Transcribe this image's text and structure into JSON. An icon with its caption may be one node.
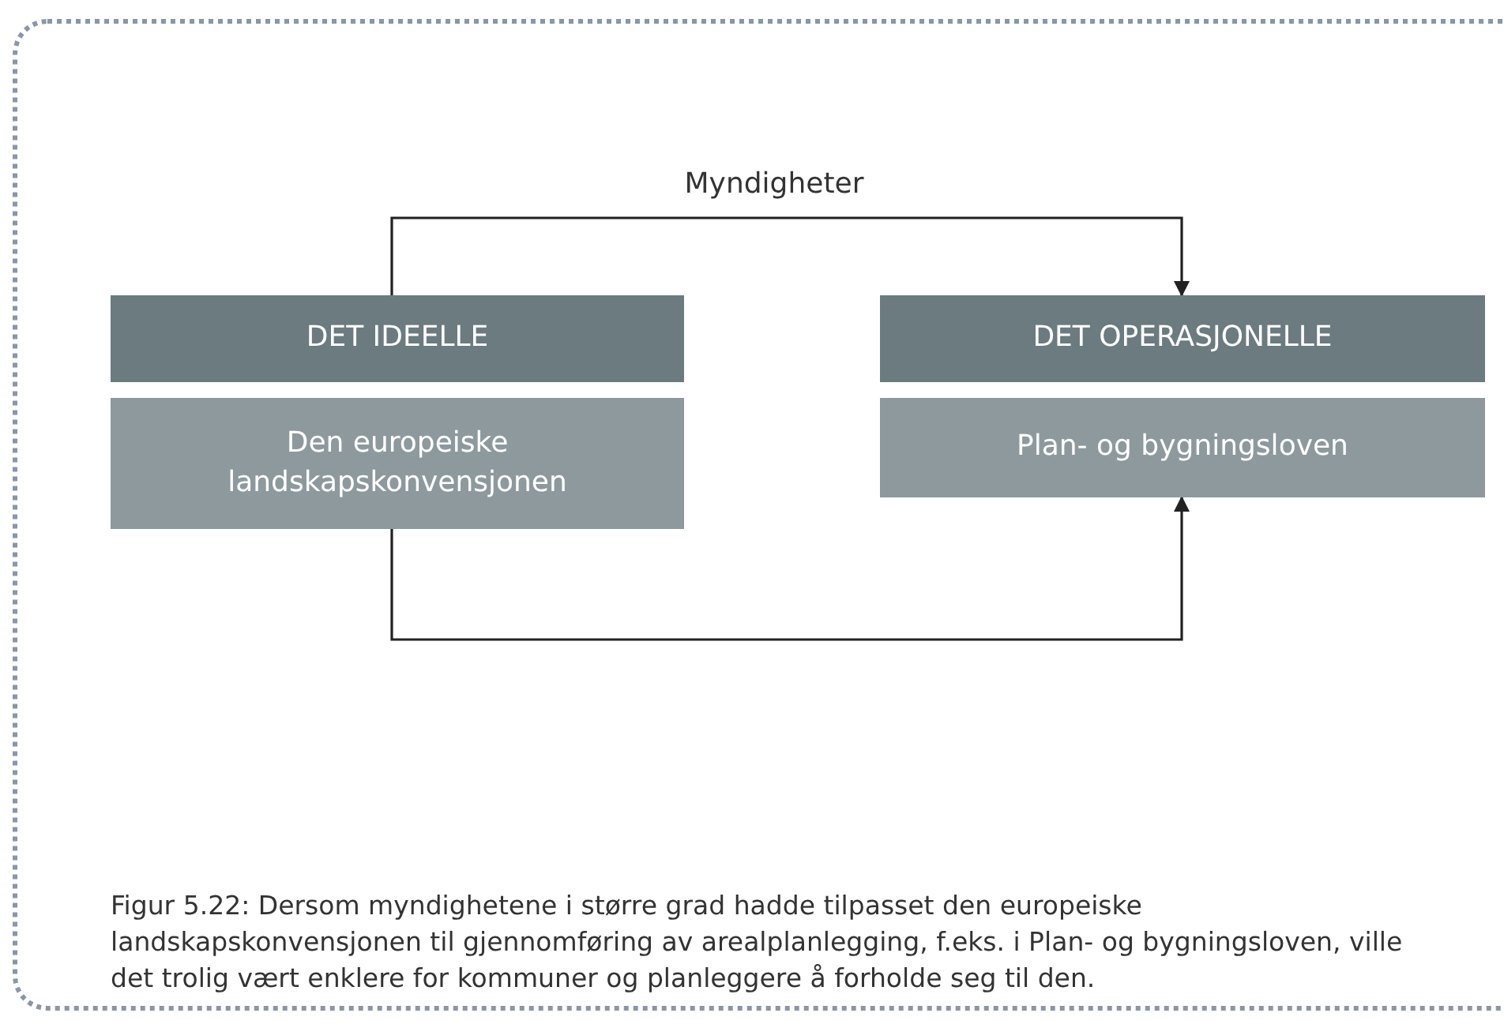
{
  "diagram": {
    "caption": "Figur 5.22: Dersom myndighetene i større grad hadde tilpasset den europeiske landskapskonvensjonen til gjennomføring av arealplanlegging, f.eks. i Plan- og bygningsloven, ville det trolig vært enklere for kommuner og planleggere å forholde seg til den.",
    "nodes": [
      {
        "text": [
          "DET IDEELLE"
        ]
      },
      {
        "text": [
          "Den europeiske landskapskonvensjonen"
        ]
      },
      {
        "text": [
          "DET OPERASJONELLE"
        ]
      },
      {
        "text": [
          "Plan- og bygningsloven"
        ]
      }
    ],
    "edges": [
      {
        "from": 0,
        "to": 2,
        "arrow": "to",
        "label": "Myndigheter"
      },
      {
        "from": 1,
        "to": 3,
        "arrow": "to"
      }
    ]
  }
}
